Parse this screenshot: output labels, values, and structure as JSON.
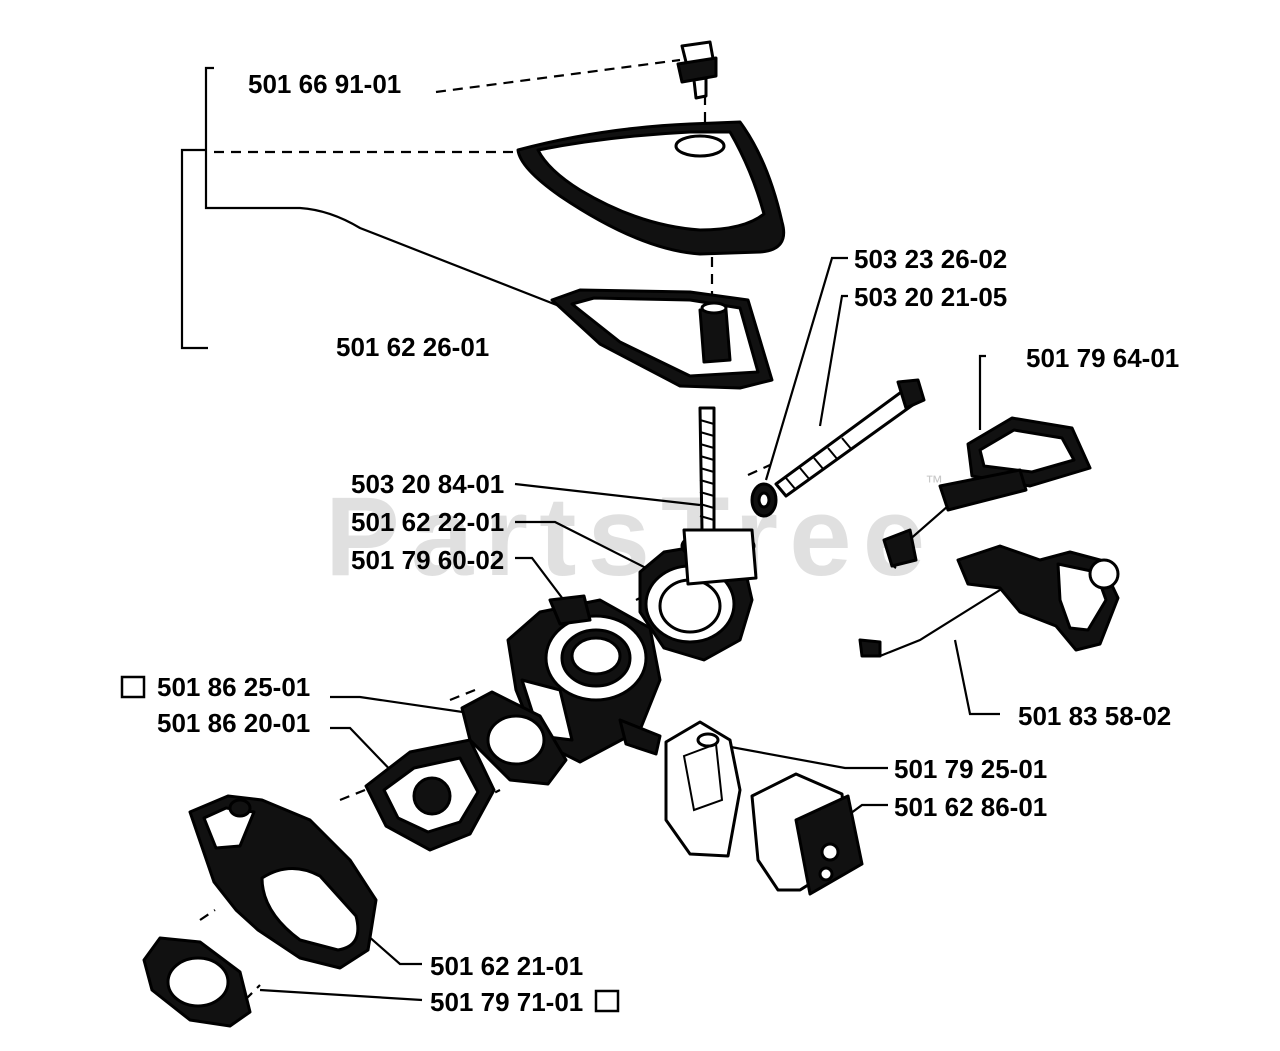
{
  "watermark": {
    "text": "PartsTree",
    "trademark": "™"
  },
  "parts": {
    "p1": {
      "number": "501 66 91-01"
    },
    "p2": {
      "number": "501 62 26-01"
    },
    "p3": {
      "number": "503 23 26-02"
    },
    "p4": {
      "number": "503 20 21-05"
    },
    "p5": {
      "number": "501 79 64-01"
    },
    "p6": {
      "number": "503 20 84-01"
    },
    "p7": {
      "number": "501 62 22-01"
    },
    "p8": {
      "number": "501 79 60-02"
    },
    "p9": {
      "number": "501 86 25-01"
    },
    "p10": {
      "number": "501 86 20-01"
    },
    "p11": {
      "number": "501 83 58-02"
    },
    "p12": {
      "number": "501 79 25-01"
    },
    "p13": {
      "number": "501 62 86-01"
    },
    "p14": {
      "number": "501 62 21-01"
    },
    "p15": {
      "number": "501 79 71-01"
    }
  },
  "colors": {
    "line": "#000000",
    "background": "#ffffff",
    "watermark": "#c8c8c8"
  }
}
